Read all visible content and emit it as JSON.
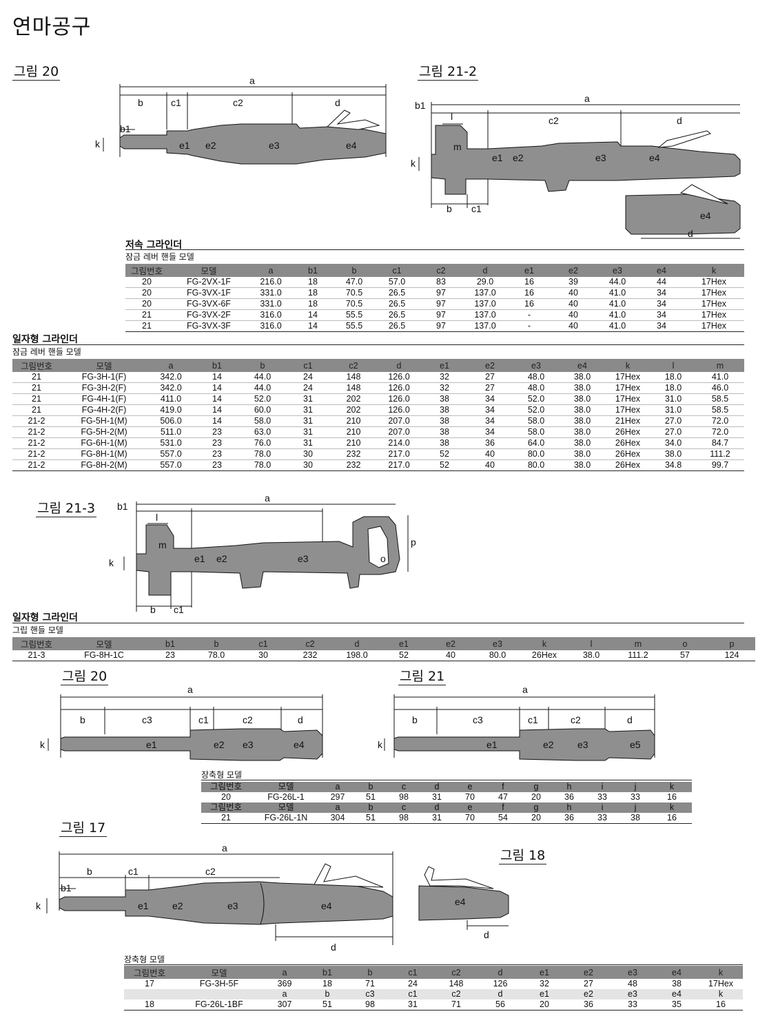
{
  "page_title": "연마공구",
  "figures": {
    "f20": "그림 20",
    "f21_2": "그림 21-2",
    "f21_3": "그림 21-3",
    "f20b": "그림 20",
    "f21": "그림 21",
    "f17": "그림 17",
    "f18": "그림 18"
  },
  "dims": {
    "a": "a",
    "b": "b",
    "b1": "b1",
    "c1": "c1",
    "c2": "c2",
    "c3": "c3",
    "d": "d",
    "e1": "e1",
    "e2": "e2",
    "e3": "e3",
    "e4": "e4",
    "e5": "e5",
    "k": "k",
    "l": "l",
    "m": "m",
    "o": "o",
    "p": "p"
  },
  "t1": {
    "title": "저속 그라인더",
    "subtitle": "잠금 레버 핸들 모델",
    "headers": [
      "그림번호",
      "모델",
      "a",
      "b1",
      "b",
      "c1",
      "c2",
      "d",
      "e1",
      "e2",
      "e3",
      "e4",
      "k"
    ],
    "rows": [
      [
        "20",
        "FG-2VX-1F",
        "216.0",
        "18",
        "47.0",
        "57.0",
        "83",
        "29.0",
        "16",
        "39",
        "44.0",
        "44",
        "17Hex"
      ],
      [
        "20",
        "FG-3VX-1F",
        "331.0",
        "18",
        "70.5",
        "26.5",
        "97",
        "137.0",
        "16",
        "40",
        "41.0",
        "34",
        "17Hex"
      ],
      [
        "20",
        "FG-3VX-6F",
        "331.0",
        "18",
        "70.5",
        "26.5",
        "97",
        "137.0",
        "16",
        "40",
        "41.0",
        "34",
        "17Hex"
      ],
      [
        "21",
        "FG-3VX-2F",
        "316.0",
        "14",
        "55.5",
        "26.5",
        "97",
        "137.0",
        "-",
        "40",
        "41.0",
        "34",
        "17Hex"
      ],
      [
        "21",
        "FG-3VX-3F",
        "316.0",
        "14",
        "55.5",
        "26.5",
        "97",
        "137.0",
        "-",
        "40",
        "41.0",
        "34",
        "17Hex"
      ]
    ]
  },
  "t2": {
    "title": "일자형 그라인더",
    "subtitle": "잠금 레버 핸들 모델",
    "headers": [
      "그림번호",
      "모델",
      "a",
      "b1",
      "b",
      "c1",
      "c2",
      "d",
      "e1",
      "e2",
      "e3",
      "e4",
      "k",
      "l",
      "m"
    ],
    "rows": [
      [
        "21",
        "FG-3H-1(F)",
        "342.0",
        "14",
        "44.0",
        "24",
        "148",
        "126.0",
        "32",
        "27",
        "48.0",
        "38.0",
        "17Hex",
        "18.0",
        "41.0"
      ],
      [
        "21",
        "FG-3H-2(F)",
        "342.0",
        "14",
        "44.0",
        "24",
        "148",
        "126.0",
        "32",
        "27",
        "48.0",
        "38.0",
        "17Hex",
        "18.0",
        "46.0"
      ],
      [
        "21",
        "FG-4H-1(F)",
        "411.0",
        "14",
        "52.0",
        "31",
        "202",
        "126.0",
        "38",
        "34",
        "52.0",
        "38.0",
        "17Hex",
        "31.0",
        "58.5"
      ],
      [
        "21",
        "FG-4H-2(F)",
        "419.0",
        "14",
        "60.0",
        "31",
        "202",
        "126.0",
        "38",
        "34",
        "52.0",
        "38.0",
        "17Hex",
        "31.0",
        "58.5"
      ],
      [
        "21-2",
        "FG-5H-1(M)",
        "506.0",
        "14",
        "58.0",
        "31",
        "210",
        "207.0",
        "38",
        "34",
        "58.0",
        "38.0",
        "21Hex",
        "27.0",
        "72.0"
      ],
      [
        "21-2",
        "FG-5H-2(M)",
        "511.0",
        "23",
        "63.0",
        "31",
        "210",
        "207.0",
        "38",
        "34",
        "58.0",
        "38.0",
        "26Hex",
        "27.0",
        "72.0"
      ],
      [
        "21-2",
        "FG-6H-1(M)",
        "531.0",
        "23",
        "76.0",
        "31",
        "210",
        "214.0",
        "38",
        "36",
        "64.0",
        "38.0",
        "26Hex",
        "34.0",
        "84.7"
      ],
      [
        "21-2",
        "FG-8H-1(M)",
        "557.0",
        "23",
        "78.0",
        "30",
        "232",
        "217.0",
        "52",
        "40",
        "80.0",
        "38.0",
        "26Hex",
        "38.0",
        "111.2"
      ],
      [
        "21-2",
        "FG-8H-2(M)",
        "557.0",
        "23",
        "78.0",
        "30",
        "232",
        "217.0",
        "52",
        "40",
        "80.0",
        "38.0",
        "26Hex",
        "34.8",
        "99.7"
      ]
    ]
  },
  "t3": {
    "title": "일자형 그라인더",
    "subtitle": "그립 핸들 모델",
    "headers": [
      "그림번호",
      "모델",
      "b1",
      "b",
      "c1",
      "c2",
      "d",
      "e1",
      "e2",
      "e3",
      "k",
      "l",
      "m",
      "o",
      "p"
    ],
    "rows": [
      [
        "21-3",
        "FG-8H-1C",
        "23",
        "78.0",
        "30",
        "232",
        "198.0",
        "52",
        "40",
        "80.0",
        "26Hex",
        "38.0",
        "111.2",
        "57",
        "124"
      ]
    ]
  },
  "t4": {
    "subtitle": "장축형 모델",
    "headers": [
      "그림번호",
      "모델",
      "a",
      "b",
      "c",
      "d",
      "e",
      "f",
      "g",
      "h",
      "i",
      "j",
      "k"
    ],
    "row1": [
      "20",
      "FG-26L-1",
      "297",
      "51",
      "98",
      "31",
      "70",
      "47",
      "20",
      "36",
      "33",
      "33",
      "16"
    ],
    "row2": [
      "21",
      "FG-26L-1N",
      "304",
      "51",
      "98",
      "31",
      "70",
      "54",
      "20",
      "36",
      "33",
      "38",
      "16"
    ]
  },
  "t5": {
    "subtitle": "장축형 모델",
    "headers": [
      "그림번호",
      "모델",
      "a",
      "b1",
      "b",
      "c1",
      "c2",
      "d",
      "e1",
      "e2",
      "e3",
      "e4",
      "k"
    ],
    "row1": [
      "17",
      "FG-3H-5F",
      "369",
      "18",
      "71",
      "24",
      "148",
      "126",
      "32",
      "27",
      "48",
      "38",
      "17Hex"
    ],
    "headers2": [
      "",
      "",
      "a",
      "b",
      "c3",
      "c1",
      "c2",
      "d",
      "e1",
      "e2",
      "e3",
      "e4",
      "k"
    ],
    "row2": [
      "18",
      "FG-26L-1BF",
      "307",
      "51",
      "98",
      "31",
      "71",
      "56",
      "20",
      "36",
      "33",
      "35",
      "16"
    ]
  }
}
